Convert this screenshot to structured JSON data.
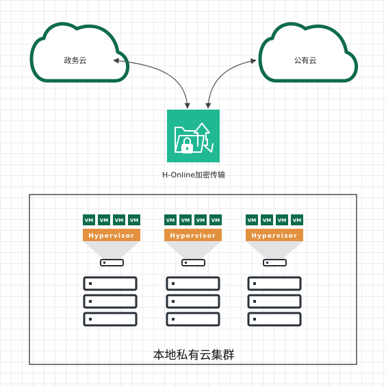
{
  "clouds": {
    "left": {
      "label": "政务云"
    },
    "right": {
      "label": "公有云"
    }
  },
  "transfer_node": {
    "label": "H-Online加密传输",
    "icon": "encrypted-transfer-icon"
  },
  "cluster": {
    "label": "本地私有云集群",
    "hosts": [
      {
        "vms": [
          "VM",
          "VM",
          "VM",
          "VM"
        ],
        "hypervisor": "Hypervisor"
      },
      {
        "vms": [
          "VM",
          "VM",
          "VM",
          "VM"
        ],
        "hypervisor": "Hypervisor"
      },
      {
        "vms": [
          "VM",
          "VM",
          "VM",
          "VM"
        ],
        "hypervisor": "Hypervisor"
      }
    ]
  },
  "colors": {
    "cloud_stroke": "#0e6b4d",
    "transfer_fill": "#21b894",
    "vm_fill": "#0e6b4d",
    "hypervisor_fill": "#e3913f",
    "server_stroke": "#2a3038",
    "connector": "#555555"
  }
}
